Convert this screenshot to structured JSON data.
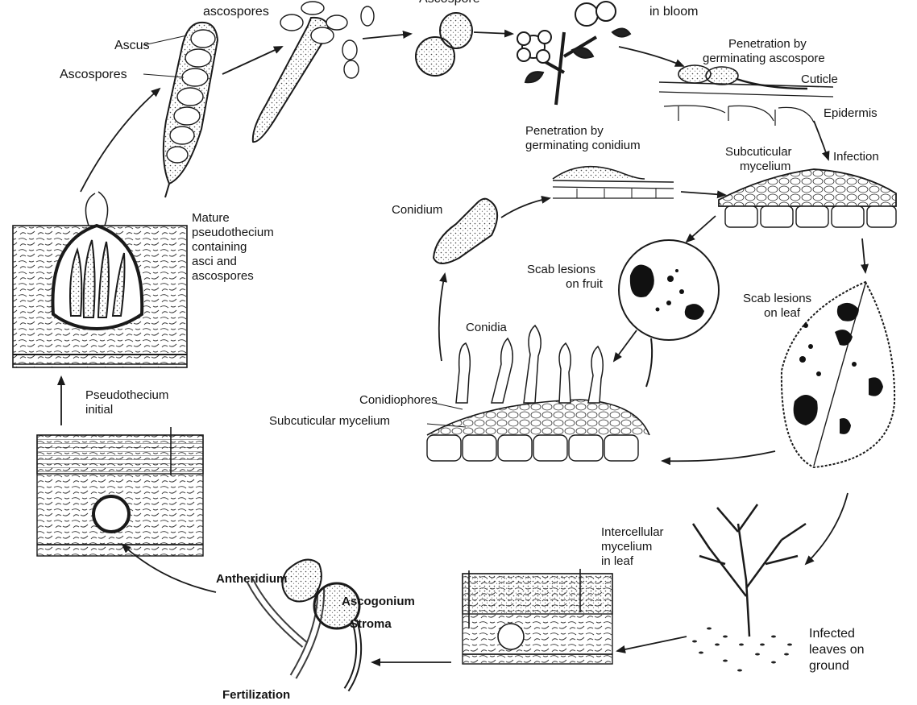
{
  "labels": {
    "ascospores_top": "ascospores",
    "ascospore_top": "Ascospore",
    "in_bloom": "in bloom",
    "ascus": "Ascus",
    "ascospores": "Ascospores",
    "penetration_ascospore_1": "Penetration by",
    "penetration_ascospore_2": "germinating ascospore",
    "cuticle": "Cuticle",
    "epidermis": "Epidermis",
    "penetration_conidium_1": "Penetration by",
    "penetration_conidium_2": "germinating conidium",
    "subcuticular_1": "Subcuticular",
    "subcuticular_2": "mycelium",
    "infection": "Infection",
    "mature_1": "Mature",
    "mature_2": "pseudothecium",
    "mature_3": "containing",
    "mature_4": "asci and",
    "mature_5": "ascospores",
    "conidium": "Conidium",
    "scab_fruit_1": "Scab lesions",
    "scab_fruit_2": "on fruit",
    "scab_leaf_1": "Scab lesions",
    "scab_leaf_2": "on leaf",
    "conidia": "Conidia",
    "conidiophores": "Conidiophores",
    "subcuticular_mycelium": "Subcuticular mycelium",
    "pseudothecium_initial_1": "Pseudothecium",
    "pseudothecium_initial_2": "initial",
    "intercellular_1": "Intercellular",
    "intercellular_2": "mycelium",
    "intercellular_3": "in leaf",
    "antheridium": "Antheridium",
    "ascogonium": "Ascogonium",
    "stroma": "Stroma",
    "fertilization": "Fertilization",
    "infected_1": "Infected",
    "infected_2": "leaves on",
    "infected_3": "ground"
  },
  "colors": {
    "ink": "#1a1a1a",
    "background": "#ffffff",
    "lesion": "#111111",
    "stipple": "#555555"
  }
}
